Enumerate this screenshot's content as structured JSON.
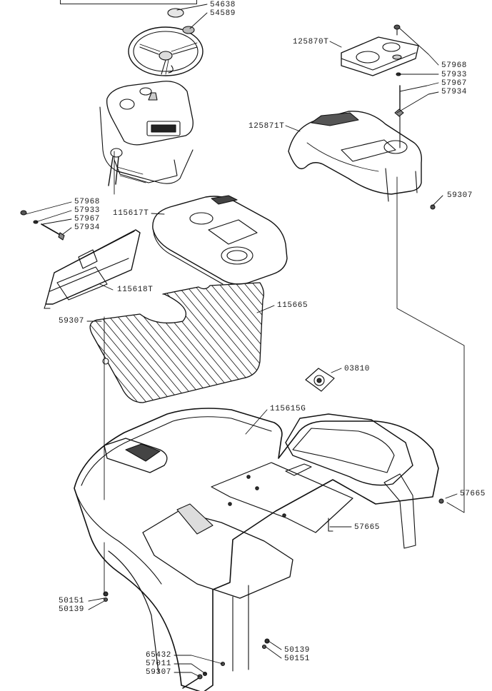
{
  "parts": {
    "p54638": "54638",
    "p54589": "54589",
    "p125870T": "125870T",
    "p57968_top": "57968",
    "p57933_top": "57933",
    "p57967_top": "57967",
    "p57934_top": "57934",
    "p125871T": "125871T",
    "p59307_right": "59307",
    "p57968_left": "57968",
    "p57933_left": "57933",
    "p57967_left": "57967",
    "p57934_left": "57934",
    "p115617T": "115617T",
    "p115618T": "115618T",
    "p59307_left": "59307",
    "p115665": "115665",
    "p03810": "03810",
    "p115615G": "115615G",
    "p57665_right": "57665",
    "p57665_mid": "57665",
    "p50151_left": "50151",
    "p50139_left": "50139",
    "p50139_right": "50139",
    "p50151_right": "50151",
    "p65432": "65432",
    "p57011": "57011",
    "p59307_bottom": "59307"
  }
}
